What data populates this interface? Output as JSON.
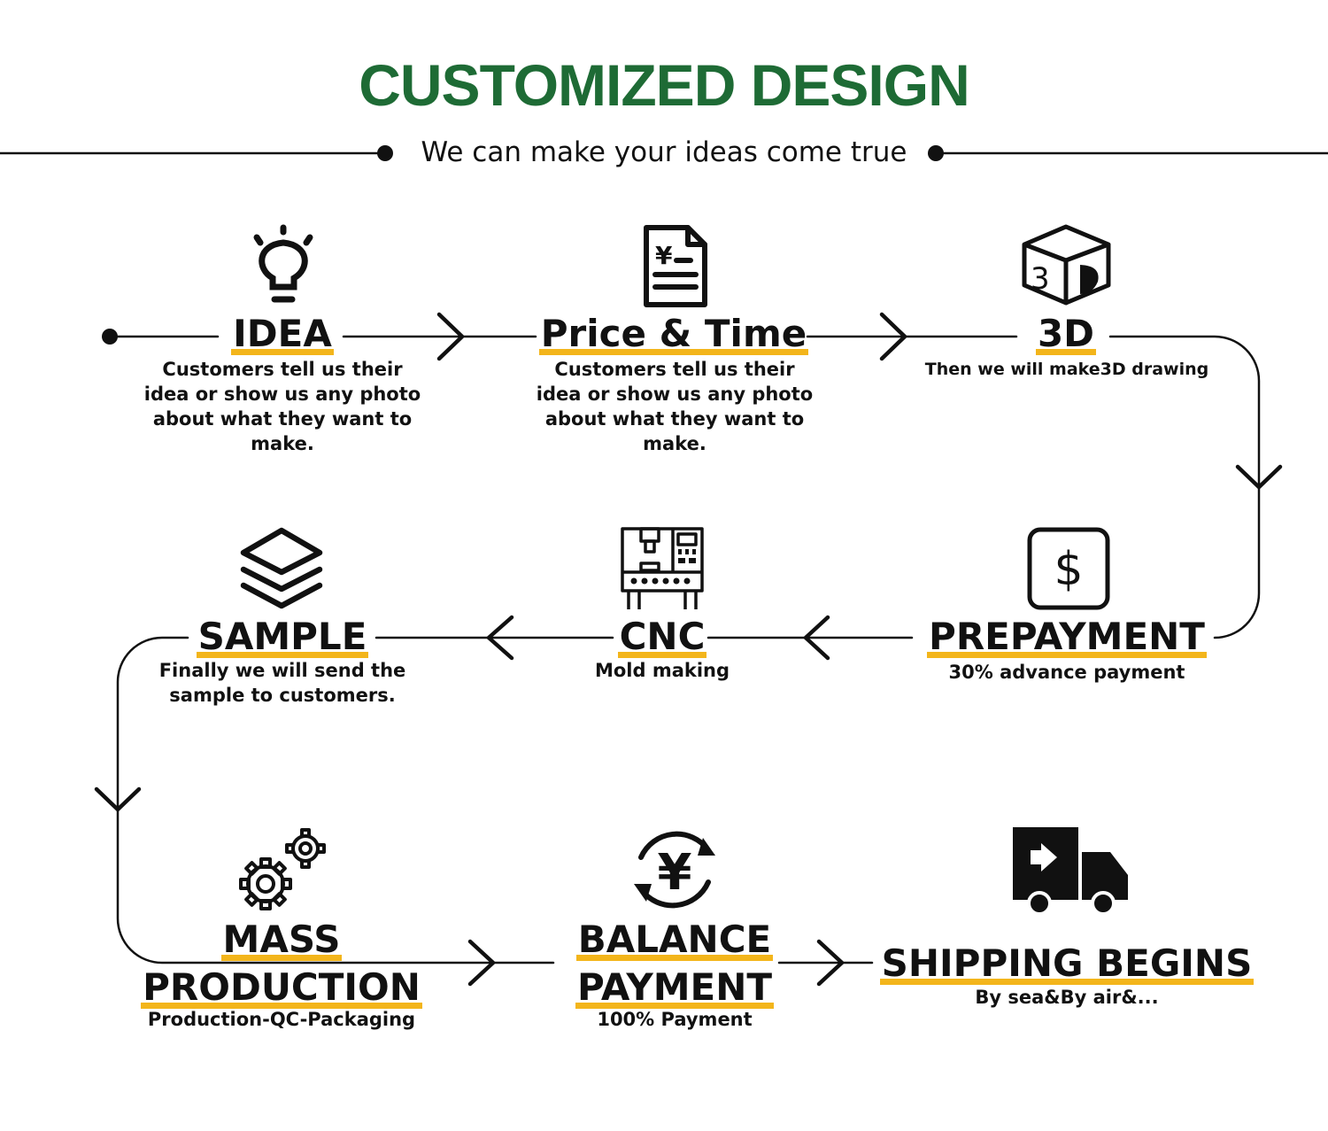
{
  "header": {
    "title": "CUSTOMIZED DESIGN",
    "subtitle": "We can make your ideas come true"
  },
  "colors": {
    "title": "#1e6b35",
    "underline": "#f3b51b",
    "line": "#111111"
  },
  "steps": [
    {
      "title": "IDEA",
      "desc": "Customers tell us their idea or show us any photo about what they want to make.",
      "icon": "lightbulb-icon"
    },
    {
      "title": "Price & Time",
      "desc": "Customers tell us their idea or show us any photo about what they want to make.",
      "icon": "invoice-icon"
    },
    {
      "title": "3D",
      "desc": "Then we will make3D drawing",
      "icon": "3d-cube-icon"
    },
    {
      "title": "PREPAYMENT",
      "desc": "30% advance payment",
      "icon": "dollar-icon"
    },
    {
      "title": "CNC",
      "desc": "Mold making",
      "icon": "cnc-machine-icon"
    },
    {
      "title": "SAMPLE",
      "desc": "Finally we will send the sample to customers.",
      "icon": "layers-icon"
    },
    {
      "title_line1": "MASS",
      "title_line2": "PRODUCTION",
      "desc": "Production-QC-Packaging",
      "icon": "gears-icon"
    },
    {
      "title_line1": "BALANCE",
      "title_line2": "PAYMENT",
      "desc": "100% Payment",
      "icon": "yen-cycle-icon"
    },
    {
      "title": "SHIPPING BEGINS",
      "desc": "By sea&By air&...",
      "icon": "delivery-truck-icon"
    }
  ]
}
